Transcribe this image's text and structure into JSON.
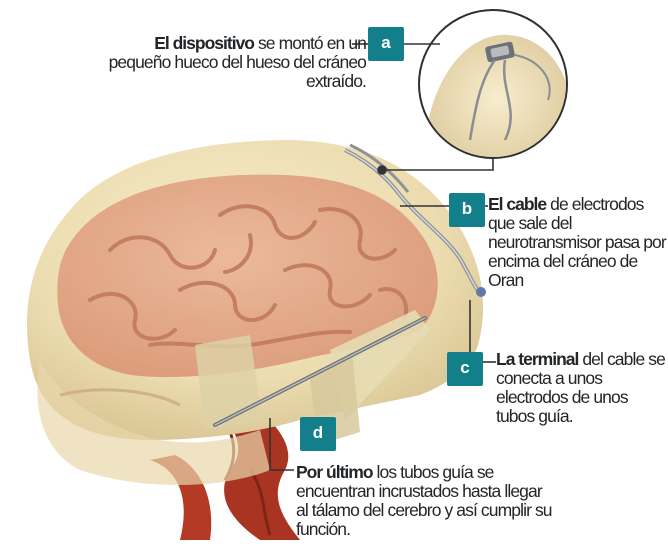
{
  "callouts": {
    "a": {
      "letter": "a",
      "bold": "El dispositivo",
      "rest": " se montó en un pequeño hueco del hueso del cráneo extraído."
    },
    "b": {
      "letter": "b",
      "bold": "El cable",
      "rest": " de electrodos que sale del neurotransmisor pasa por encima del cráneo de Oran"
    },
    "c": {
      "letter": "c",
      "bold": "La terminal",
      "rest": " del cable se conecta a unos electrodos de unos tubos guía."
    },
    "d": {
      "letter": "d",
      "bold": "Por último",
      "rest": " los tubos guía se encuentran incrustados hasta llegar al tálamo del cerebro y así cumplir su función."
    }
  },
  "colors": {
    "badge": "#137f8a",
    "skull": "#eedfb6",
    "brain": "#e3a989",
    "vessels": "#a83421",
    "cable": "#8e9296",
    "leader_lines": "#333333"
  }
}
